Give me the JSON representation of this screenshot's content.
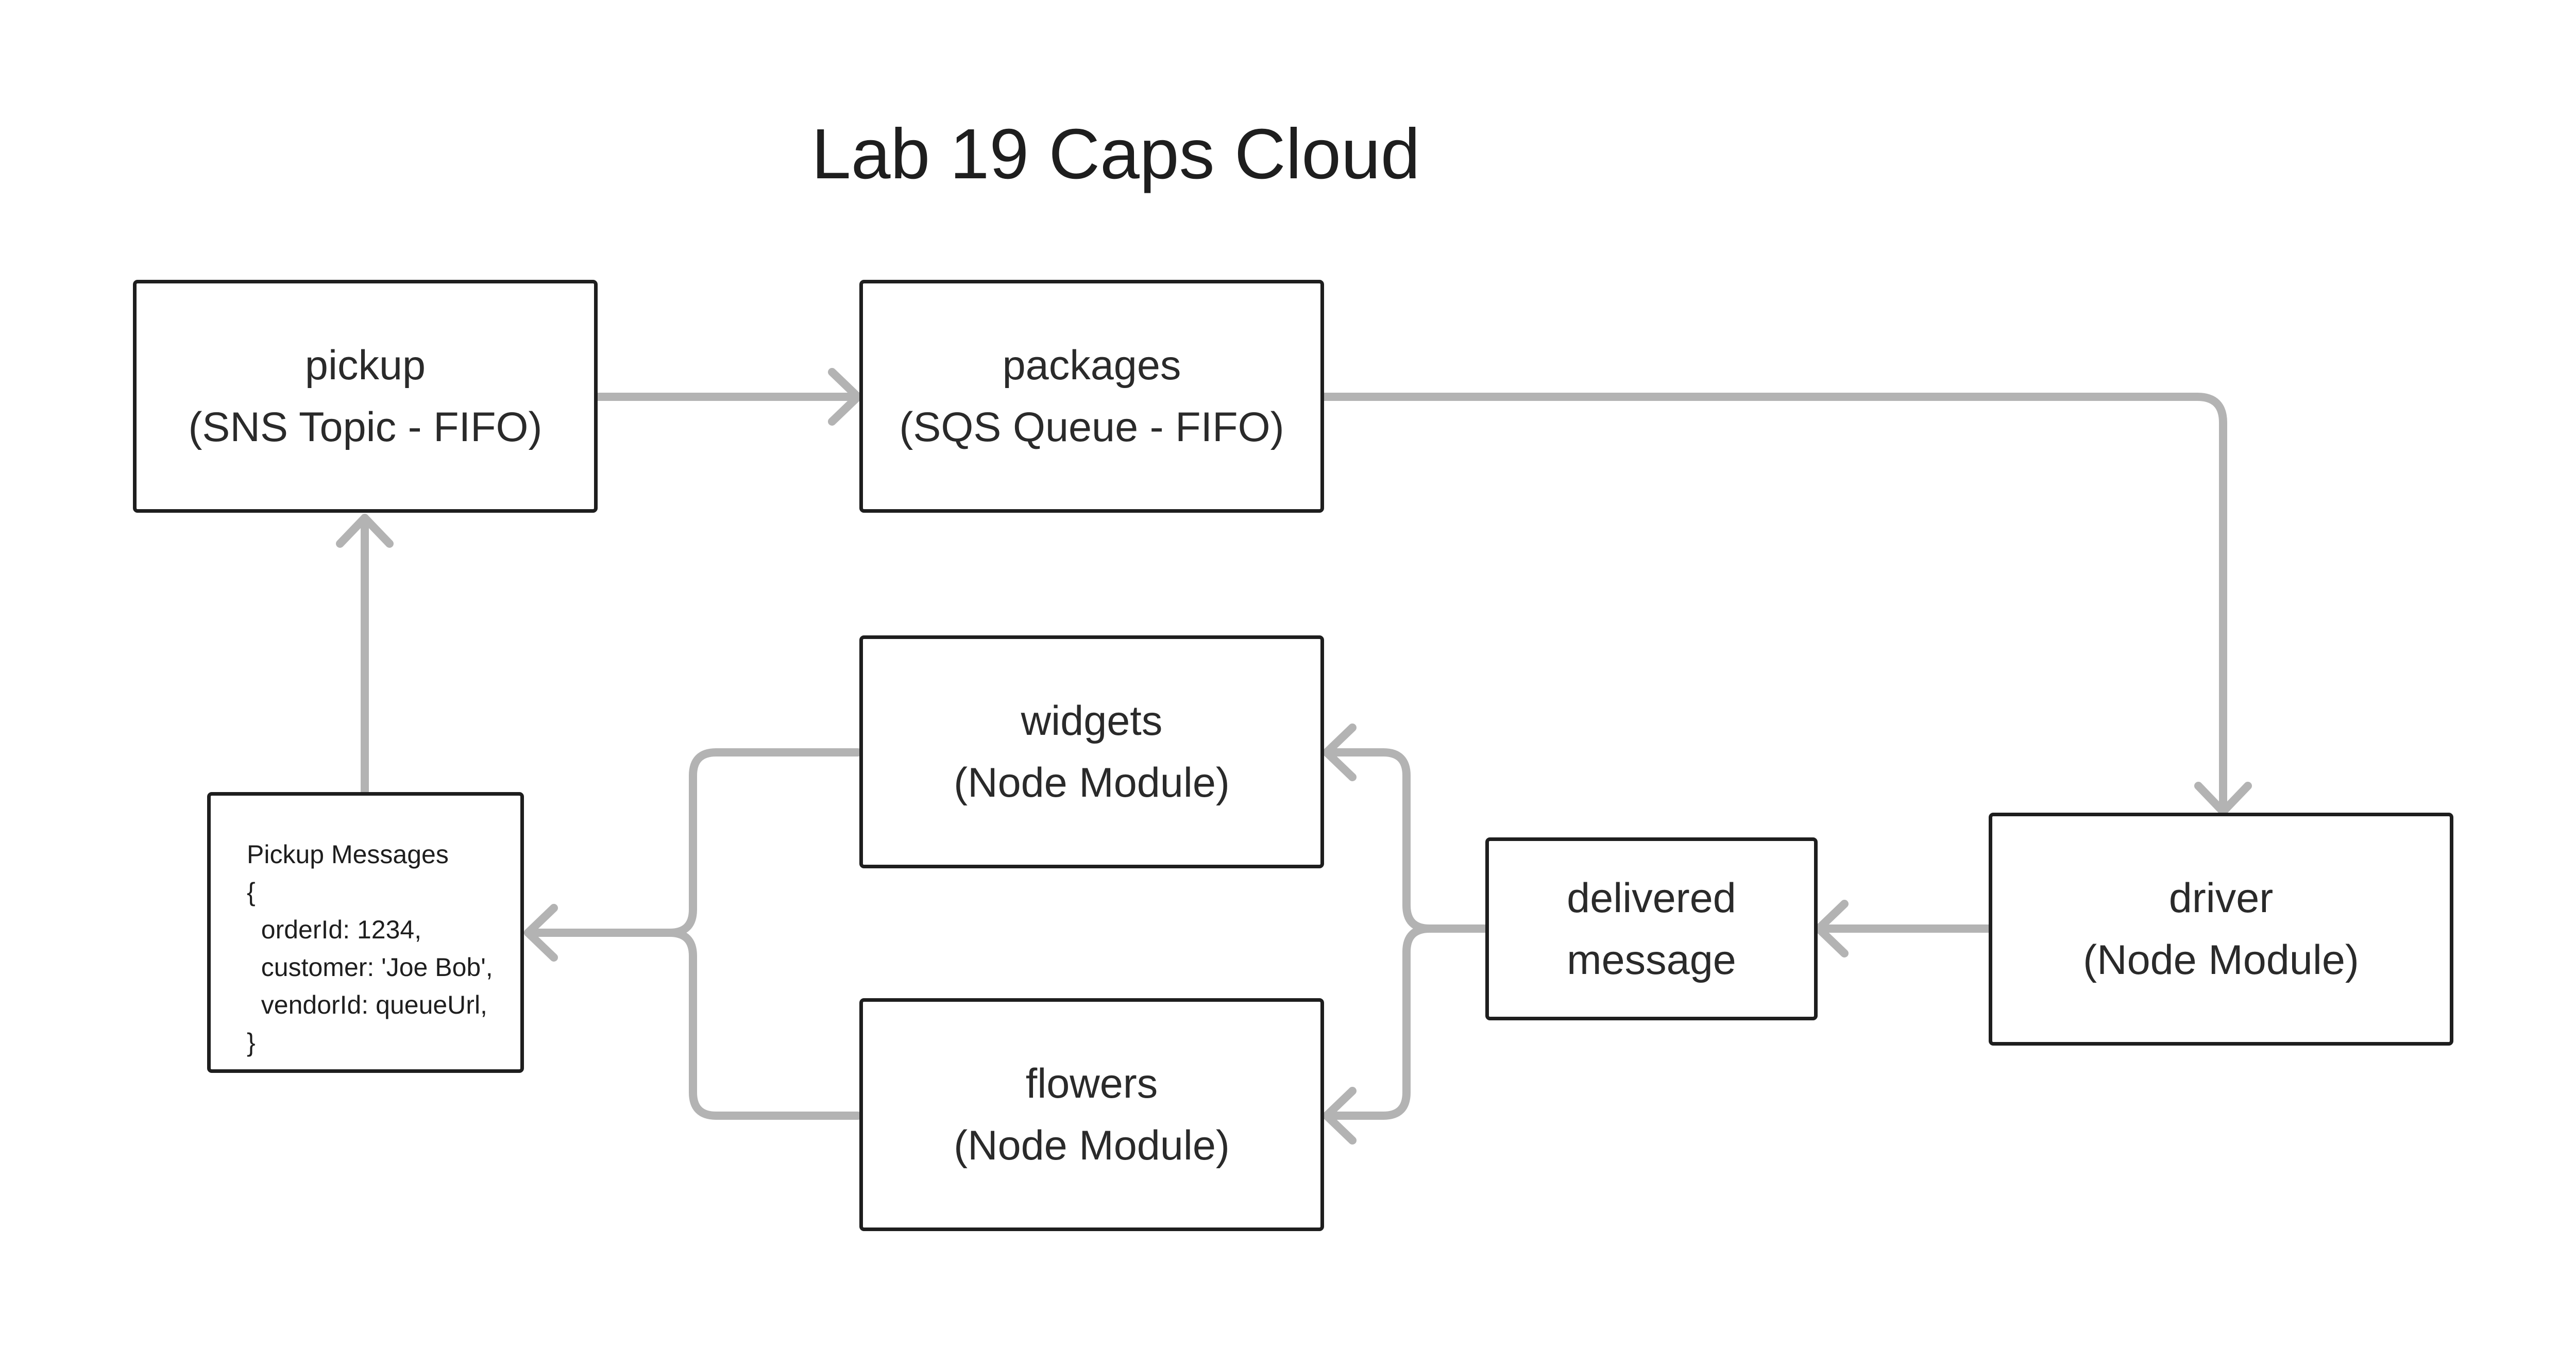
{
  "title": "Lab 19 Caps Cloud",
  "colors": {
    "box_border": "#1e1e1e",
    "connector": "#b3b3b3",
    "background": "#ffffff",
    "text": "#2a2a2a"
  },
  "nodes": {
    "pickup": {
      "line1": "pickup",
      "line2": "(SNS Topic - FIFO)"
    },
    "packages": {
      "line1": "packages",
      "line2": "(SQS Queue - FIFO)"
    },
    "widgets": {
      "line1": "widgets",
      "line2": "(Node Module)"
    },
    "flowers": {
      "line1": "flowers",
      "line2": "(Node Module)"
    },
    "delivered": {
      "line1": "delivered",
      "line2": "message"
    },
    "driver": {
      "line1": "driver",
      "line2": "(Node Module)"
    }
  },
  "pickup_messages": {
    "lines": [
      "Pickup Messages",
      "{",
      "  orderId: 1234,",
      "  customer: 'Joe Bob',",
      "  vendorId: queueUrl,",
      "}"
    ]
  },
  "edges": [
    {
      "from": "pickup",
      "to": "packages"
    },
    {
      "from": "packages",
      "to": "driver"
    },
    {
      "from": "driver",
      "to": "delivered"
    },
    {
      "from": "delivered",
      "to": "widgets"
    },
    {
      "from": "delivered",
      "to": "flowers"
    },
    {
      "from": "widgets",
      "to": "pickup_messages"
    },
    {
      "from": "flowers",
      "to": "pickup_messages"
    },
    {
      "from": "pickup_messages",
      "to": "pickup"
    }
  ]
}
